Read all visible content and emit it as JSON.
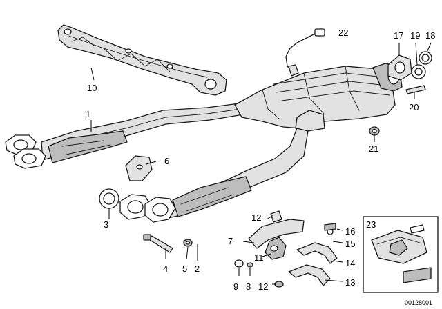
{
  "diagram": {
    "callouts": {
      "p1": "1",
      "p2": "2",
      "p3": "3",
      "p4": "4",
      "p5": "5",
      "p6": "6",
      "p7": "7",
      "p8": "8",
      "p9": "9",
      "p10": "10",
      "p11": "11",
      "p12a": "12",
      "p12b": "12",
      "p13": "13",
      "p14": "14",
      "p15": "15",
      "p16": "16",
      "p17": "17",
      "p18": "18",
      "p19": "19",
      "p20": "20",
      "p21": "21",
      "p22": "22",
      "p23": "23"
    },
    "document_id": "00128001"
  }
}
